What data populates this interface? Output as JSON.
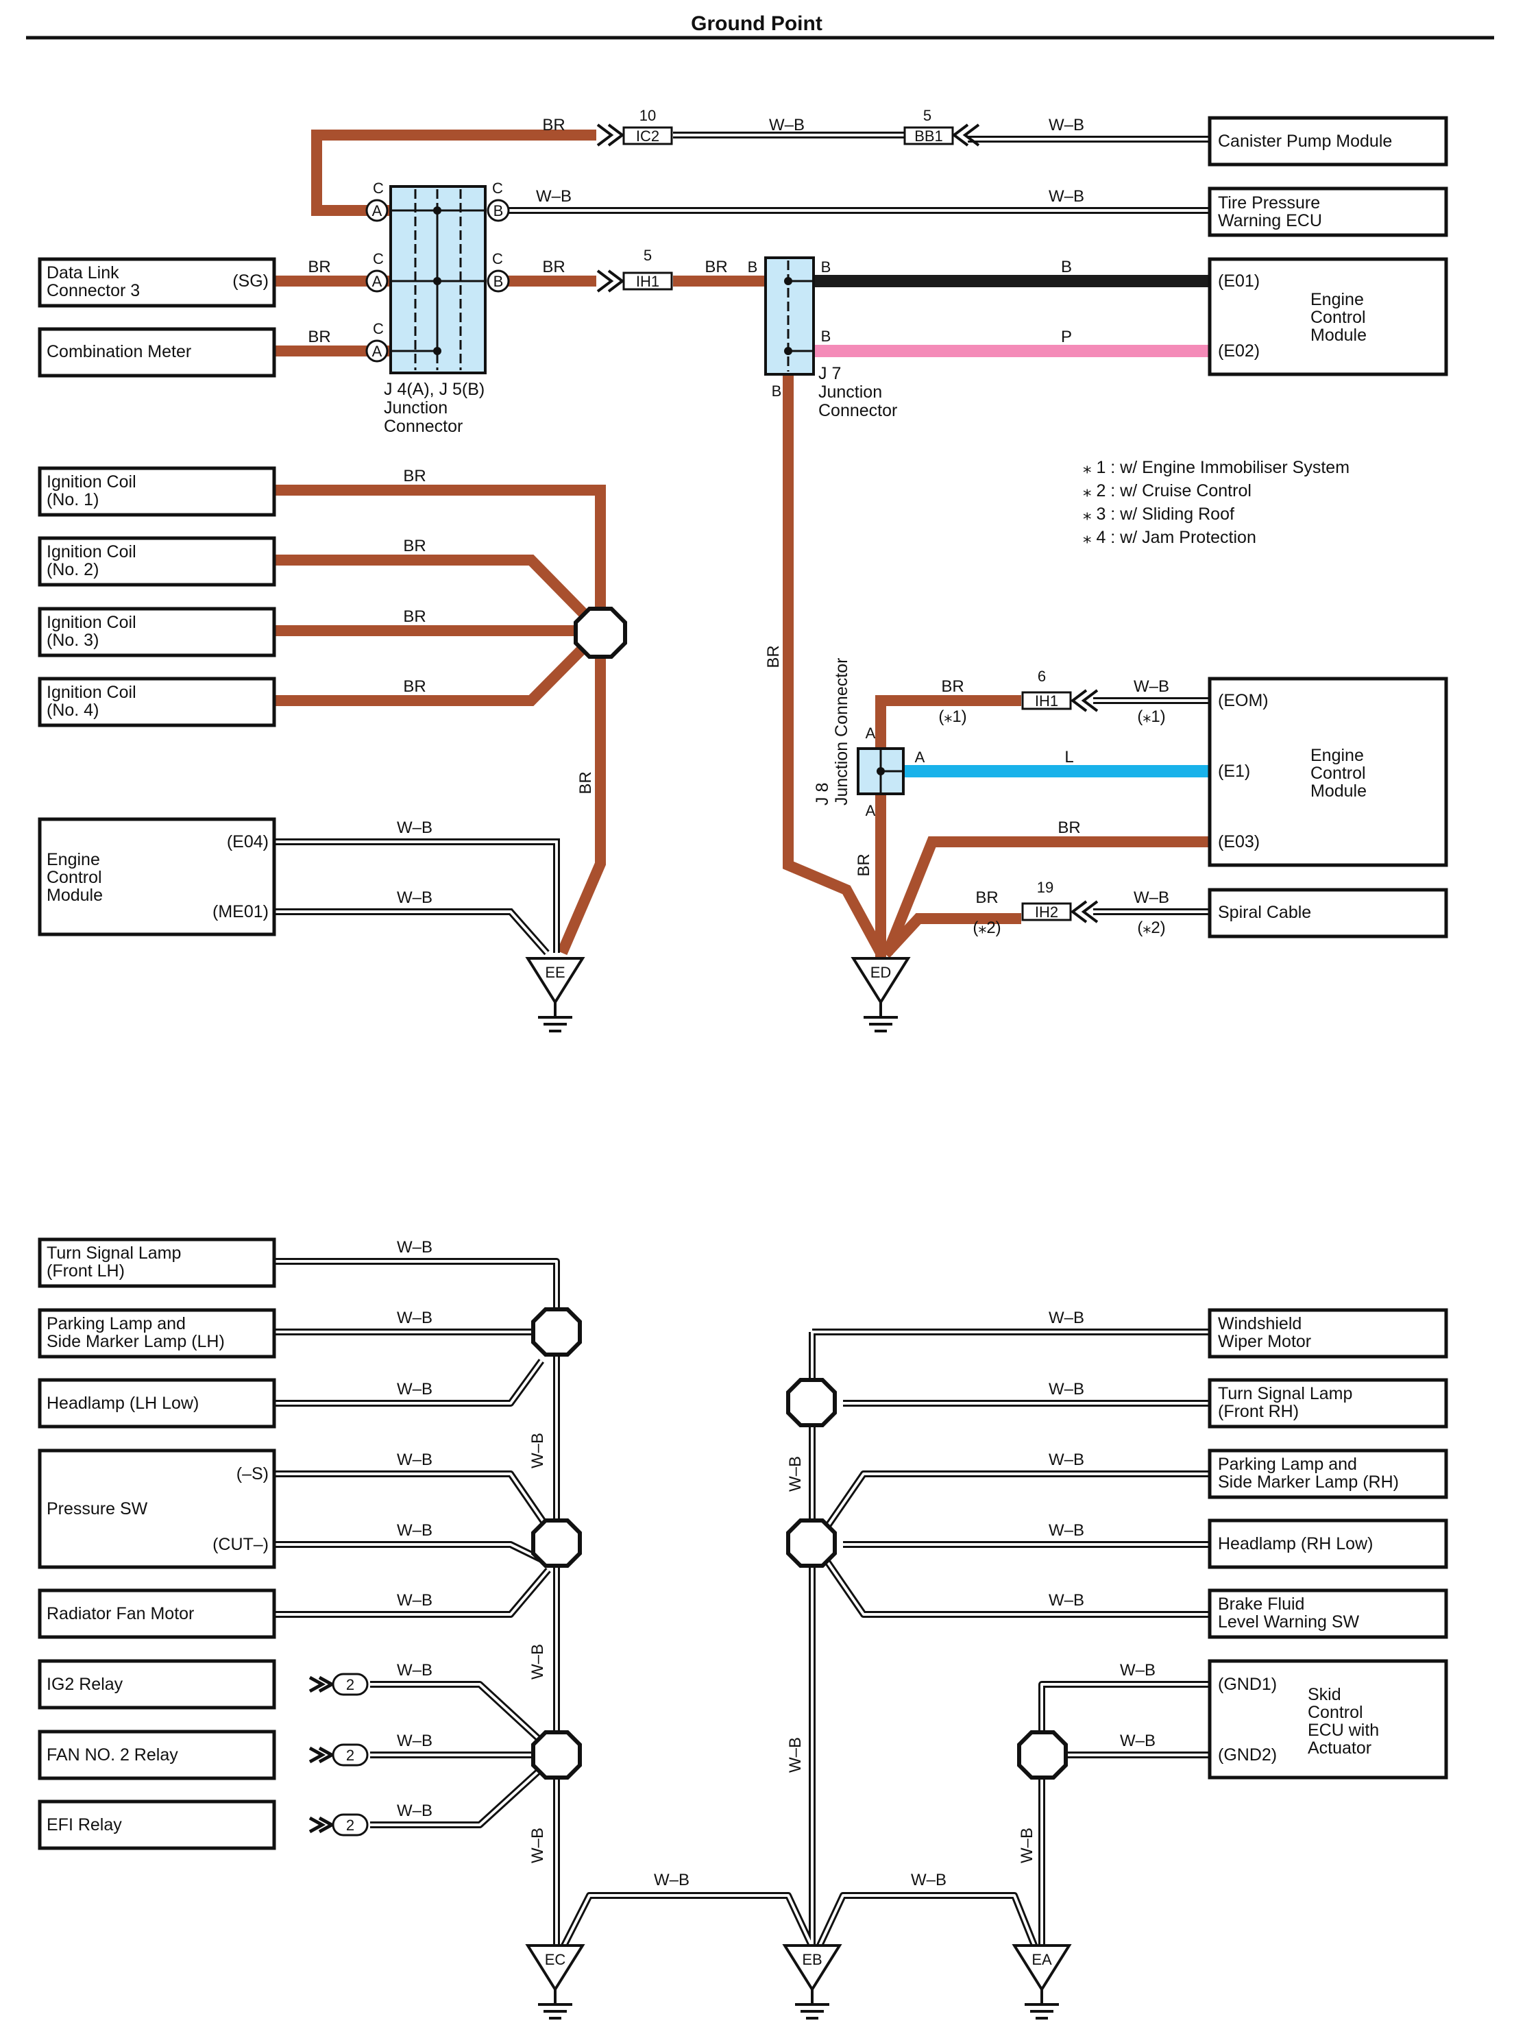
{
  "title": "Ground Point",
  "colors": {
    "BR": "#a9502e",
    "B": "#1b1b1b",
    "P": "#f48bb8",
    "L": "#19b2ea",
    "W-B": "#111111"
  },
  "legend": [
    "⁎ 1 : w/ Engine Immobiliser System",
    "⁎ 2 : w/ Cruise Control",
    "⁎ 3 : w/ Sliding Roof",
    "⁎ 4 : w/ Jam Protection"
  ],
  "components": {
    "canister": "Canister Pump Module",
    "tpw1": "Tire Pressure",
    "tpw2": "Warning ECU",
    "dlc1": "Data Link",
    "dlc2": "Connector 3",
    "dlc_pin": "(SG)",
    "comb": "Combination Meter",
    "ecm_top": [
      "Engine",
      "Control",
      "Module"
    ],
    "ecm_top_pins": [
      "(E01)",
      "(E02)"
    ],
    "ic1": [
      "Ignition Coil",
      "(No. 1)"
    ],
    "ic2": [
      "Ignition Coil",
      "(No. 2)"
    ],
    "ic3": [
      "Ignition Coil",
      "(No. 3)"
    ],
    "ic4": [
      "Ignition Coil",
      "(No. 4)"
    ],
    "ecm_left": [
      "Engine",
      "Control",
      "Module"
    ],
    "ecm_left_pins": [
      "(E04)",
      "(ME01)"
    ],
    "ecm_mid": [
      "Engine",
      "Control",
      "Module"
    ],
    "ecm_mid_pins": [
      "(EOM)",
      "(E1)",
      "(E03)"
    ],
    "spiral": "Spiral Cable",
    "tsl_lh": [
      "Turn Signal Lamp",
      "(Front LH)"
    ],
    "park_lh": [
      "Parking Lamp and",
      "Side Marker Lamp (LH)"
    ],
    "head_lh": "Headlamp (LH Low)",
    "press": "Pressure SW",
    "press_pins": [
      "(–S)",
      "(CUT–)"
    ],
    "radfan": "Radiator Fan Motor",
    "ig2": "IG2 Relay",
    "fan2": "FAN NO. 2 Relay",
    "efi": "EFI Relay",
    "wiper": [
      "Windshield",
      "Wiper Motor"
    ],
    "tsl_rh": [
      "Turn Signal Lamp",
      "(Front RH)"
    ],
    "park_rh": [
      "Parking Lamp and",
      "Side Marker Lamp (RH)"
    ],
    "head_rh": "Headlamp (RH Low)",
    "brake": [
      "Brake Fluid",
      "Level Warning SW"
    ],
    "skid": [
      "Skid",
      "Control",
      "ECU with",
      "Actuator"
    ],
    "skid_pins": [
      "(GND1)",
      "(GND2)"
    ]
  },
  "junctions": {
    "j45": [
      "J 4(A), J 5(B)",
      "Junction",
      "Connector"
    ],
    "j7": [
      "J 7",
      "Junction",
      "Connector"
    ],
    "j8": [
      "J 8",
      "Junction Connector"
    ]
  },
  "connectors": {
    "ic2": {
      "name": "IC2",
      "pin": "10"
    },
    "bb1": {
      "name": "BB1",
      "pin": "5"
    },
    "ih1a": {
      "name": "IH1",
      "pin": "5"
    },
    "ih1b": {
      "name": "IH1",
      "pin": "6"
    },
    "ih2": {
      "name": "IH2",
      "pin": "19"
    },
    "relay_pin": "2"
  },
  "pins": {
    "A": "A",
    "B": "B",
    "C": "C"
  },
  "notes": {
    "n1": "(⁎1)",
    "n2": "(⁎2)"
  },
  "grounds": [
    "EE",
    "ED",
    "EC",
    "EB",
    "EA"
  ],
  "wires": {
    "BR": "BR",
    "WB": "W–B",
    "B": "B",
    "P": "P",
    "L": "L"
  }
}
